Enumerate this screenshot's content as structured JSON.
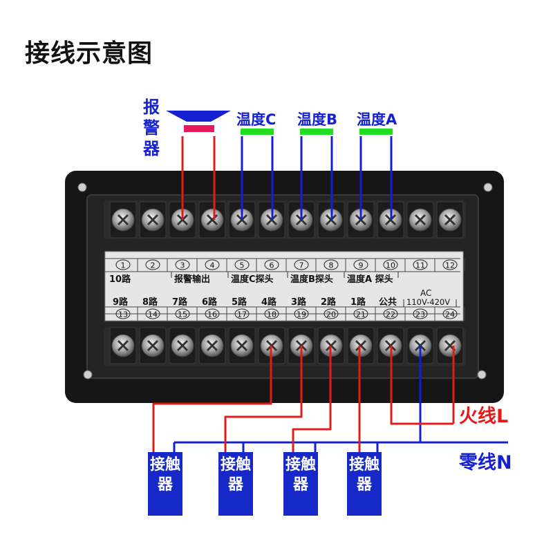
{
  "title": "接线示意图",
  "alarm_label": "报警器",
  "sensors": [
    {
      "label": "温度C"
    },
    {
      "label": "温度B"
    },
    {
      "label": "温度A"
    }
  ],
  "device": {
    "top_numbers": [
      "1",
      "2",
      "3",
      "4",
      "5",
      "6",
      "7",
      "8",
      "9",
      "10",
      "11",
      "12"
    ],
    "bottom_numbers": [
      "13",
      "14",
      "15",
      "16",
      "17",
      "18",
      "19",
      "20",
      "21",
      "22",
      "23",
      "24"
    ],
    "top_labels": [
      "10路",
      "报警输出",
      "温度C探头",
      "温度B探头",
      "温度A 探头"
    ],
    "bottom_labels": [
      "9路",
      "8路",
      "7路",
      "6路",
      "5路",
      "4路",
      "3路",
      "2路",
      "1路",
      "公共"
    ],
    "ac_label": "AC",
    "voltage_label": "110V-420V"
  },
  "live_line": "火线L",
  "neutral_line": "零线N",
  "contactors": [
    {
      "label": "接触器"
    },
    {
      "label": "接触器"
    },
    {
      "label": "接触器"
    },
    {
      "label": "接触器"
    }
  ],
  "colors": {
    "live_wire": "#e21b1b",
    "neutral_wire": "#1420d2",
    "sensor_bar": "#22dd22",
    "alarm_bar": "#e81a5a",
    "device_body": "#161616",
    "contactor": "#1628c8"
  }
}
